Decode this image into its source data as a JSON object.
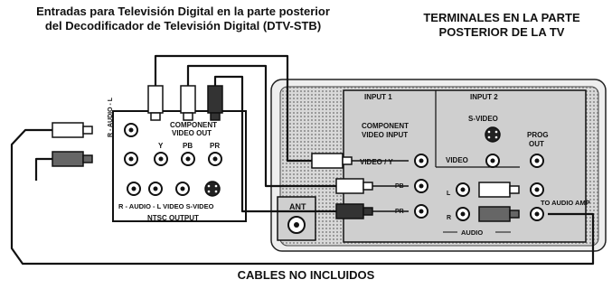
{
  "headers": {
    "left_line1": "Entradas para Televisión Digital en la parte posterior",
    "left_line2": "del Decodificador de Televisión Digital (DTV-STB)",
    "right_line1": "TERMINALES EN LA PARTE",
    "right_line2": "POSTERIOR DE LA TV"
  },
  "stb": {
    "audio_l": "R - AUDIO - L",
    "component_out_line1": "COMPONENT",
    "component_out_line2": "VIDEO OUT",
    "y": "Y",
    "pb": "PB",
    "pr": "PR",
    "bottom_row": "R - AUDIO - L  VIDEO  S-VIDEO",
    "ntsc_output": "NTSC OUTPUT"
  },
  "tv": {
    "input1": "INPUT 1",
    "input2": "INPUT 2",
    "component_in_line1": "COMPONENT",
    "component_in_line2": "VIDEO INPUT",
    "video_y": "VIDEO / Y",
    "pb": "PB",
    "pr": "PR",
    "s_video": "S-VIDEO",
    "video": "VIDEO",
    "prog_line1": "PROG",
    "prog_line2": "OUT",
    "l": "L",
    "r": "R",
    "audio": "AUDIO",
    "to_audio_amp": "TO AUDIO AMP",
    "ant": "ANT"
  },
  "footer": "CABLES NO INCLUIDOS",
  "colors": {
    "panel_fill": "#cfcfcf",
    "cable_red": "#666666",
    "cable_white": "#ffffff",
    "cable_green": "#333333"
  }
}
